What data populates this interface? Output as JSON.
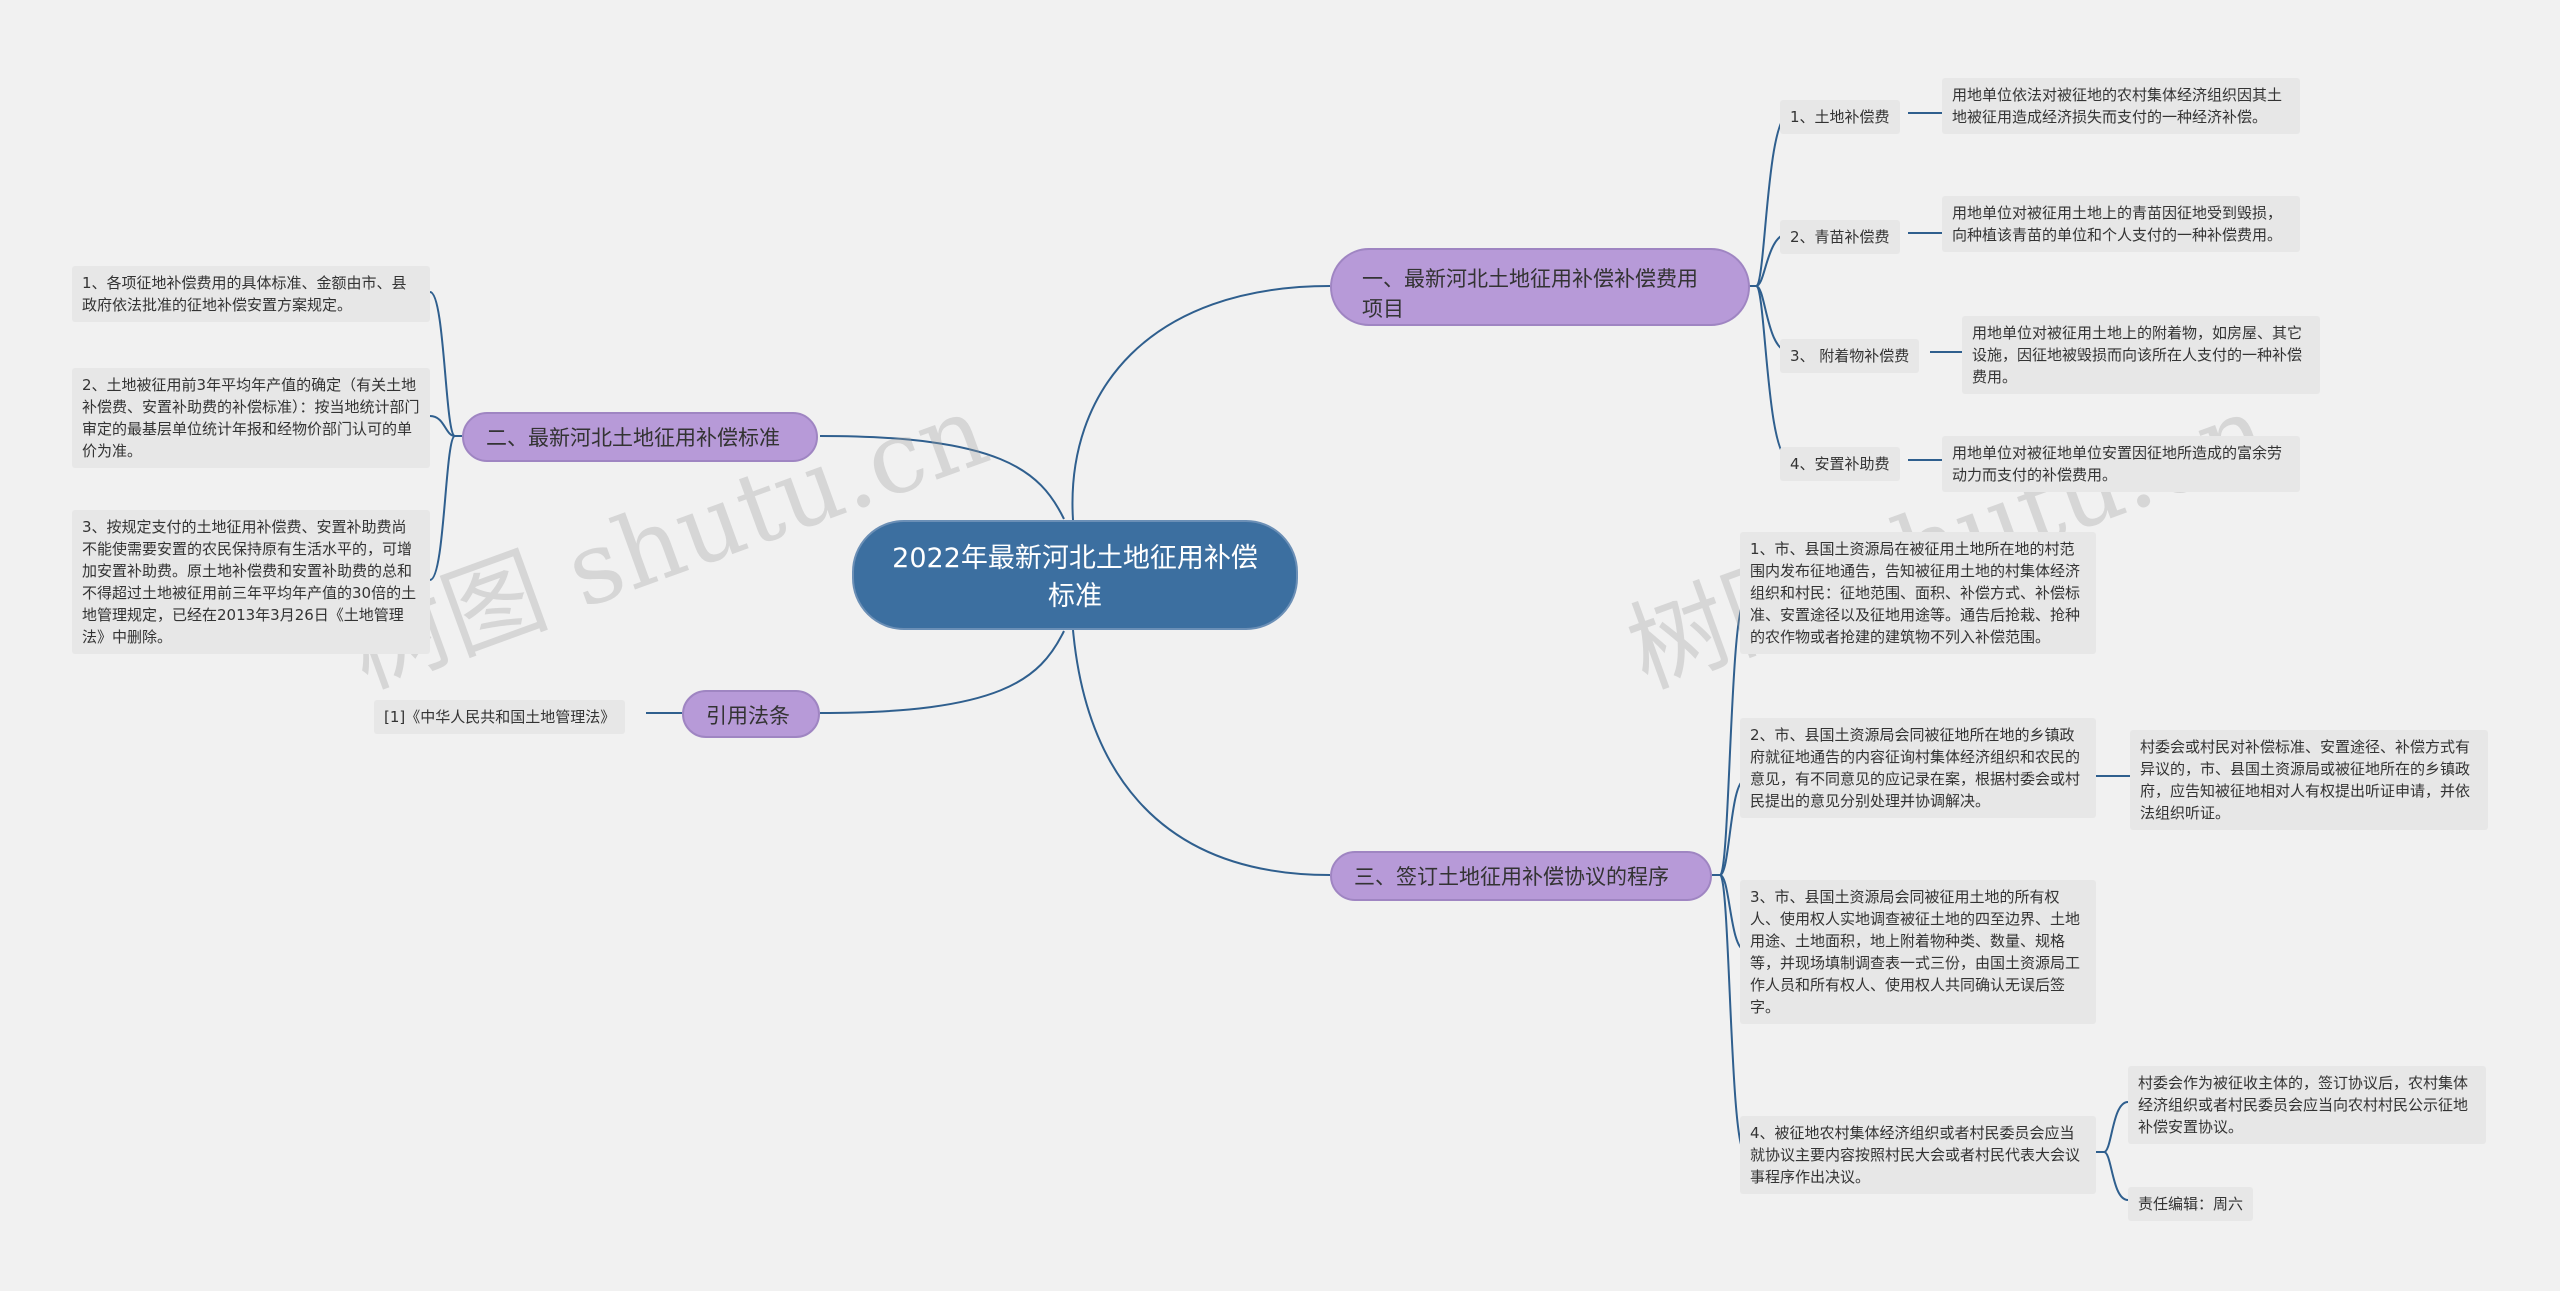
{
  "colors": {
    "background": "#f1f1f1",
    "center_fill": "#3c6fa0",
    "branch_fill": "#b79ad8",
    "leaf_fill": "#e7e7e7",
    "link": "#2f5f8e"
  },
  "watermark": "树图 shutu.cn",
  "center": {
    "title": "2022年最新河北土地征用补偿标准"
  },
  "branch1": {
    "title": "一、最新河北土地征用补偿补偿费用项目",
    "items": [
      {
        "label": "1、土地补偿费",
        "text": "用地单位依法对被征地的农村集体经济组织因其土地被征用造成经济损失而支付的一种经济补偿。"
      },
      {
        "label": "2、青苗补偿费",
        "text": "用地单位对被征用土地上的青苗因征地受到毁损，向种植该青苗的单位和个人支付的一种补偿费用。"
      },
      {
        "label": "3、 附着物补偿费",
        "text": "用地单位对被征用土地上的附着物，如房屋、其它设施，因征地被毁损而向该所在人支付的一种补偿费用。"
      },
      {
        "label": "4、安置补助费",
        "text": "用地单位对被征地单位安置因征地所造成的富余劳动力而支付的补偿费用。"
      }
    ]
  },
  "branch2": {
    "title": "二、最新河北土地征用补偿标准",
    "items": [
      {
        "text": "1、各项征地补偿费用的具体标准、金额由市、县政府依法批准的征地补偿安置方案规定。"
      },
      {
        "text": "2、土地被征用前3年平均年产值的确定（有关土地补偿费、安置补助费的补偿标准）：按当地统计部门审定的最基层单位统计年报和经物价部门认可的单价为准。"
      },
      {
        "text": "3、按规定支付的土地征用补偿费、安置补助费尚不能使需要安置的农民保持原有生活水平的，可增加安置补助费。原土地补偿费和安置补助费的总和不得超过土地被征用前三年平均年产值的30倍的土地管理规定，已经在2013年3月26日《土地管理法》中删除。"
      }
    ]
  },
  "branch3": {
    "title": "三、签订土地征用补偿协议的程序",
    "items": [
      {
        "text": "1、市、县国土资源局在被征用土地所在地的村范围内发布征地通告，告知被征用土地的村集体经济组织和村民：征地范围、面积、补偿方式、补偿标准、安置途径以及征地用途等。通告后抢栽、抢种的农作物或者抢建的建筑物不列入补偿范围。"
      },
      {
        "text": "2、市、县国土资源局会同被征地所在地的乡镇政府就征地通告的内容征询村集体经济组织和农民的意见，有不同意见的应记录在案，根据村委会或村民提出的意见分别处理并协调解决。",
        "sub": [
          "村委会或村民对补偿标准、安置途径、补偿方式有异议的，市、县国土资源局或被征地所在的乡镇政府，应告知被征地相对人有权提出听证申请，并依法组织听证。"
        ]
      },
      {
        "text": "3、市、县国土资源局会同被征用土地的所有权人、使用权人实地调查被征土地的四至边界、土地用途、土地面积，地上附着物种类、数量、规格等，并现场填制调查表一式三份，由国土资源局工作人员和所有权人、使用权人共同确认无误后签字。"
      },
      {
        "text": "4、被征地农村集体经济组织或者村民委员会应当就协议主要内容按照村民大会或者村民代表大会议事程序作出决议。",
        "sub": [
          "村委会作为被征收主体的，签订协议后，农村集体经济组织或者村民委员会应当向农村村民公示征地补偿安置协议。",
          "责任编辑：周六"
        ]
      }
    ]
  },
  "branch4": {
    "title": "引用法条",
    "items": [
      {
        "text": "[1]《中华人民共和国土地管理法》"
      }
    ]
  }
}
